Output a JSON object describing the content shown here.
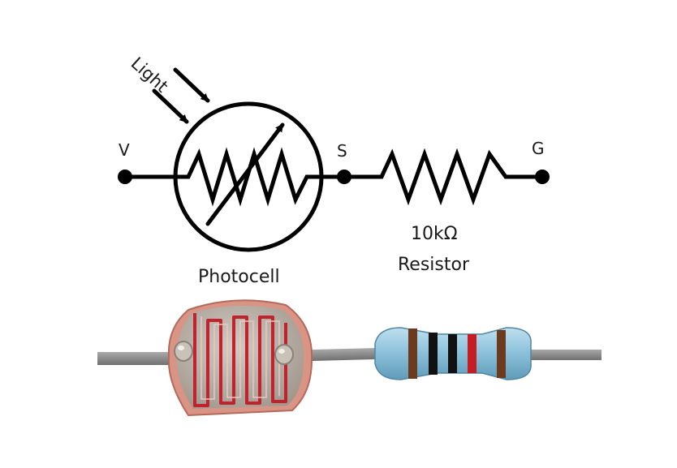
{
  "schematic": {
    "light_label": "Light",
    "node_v": "V",
    "node_s": "S",
    "node_g": "G",
    "photocell_label": "Photocell",
    "resistor_value": "10kΩ",
    "resistor_label": "Resistor"
  },
  "colors": {
    "line": "#000000",
    "lead_wire": "#8c8c8c",
    "photocell_body": "#b9b0a7",
    "photocell_trace": "#c0222e",
    "photocell_rim": "#d98c7c",
    "resistor_body": "#8fc3dc",
    "band_brown": "#6b3a1f",
    "band_black": "#111111",
    "band_red": "#c41e24"
  }
}
